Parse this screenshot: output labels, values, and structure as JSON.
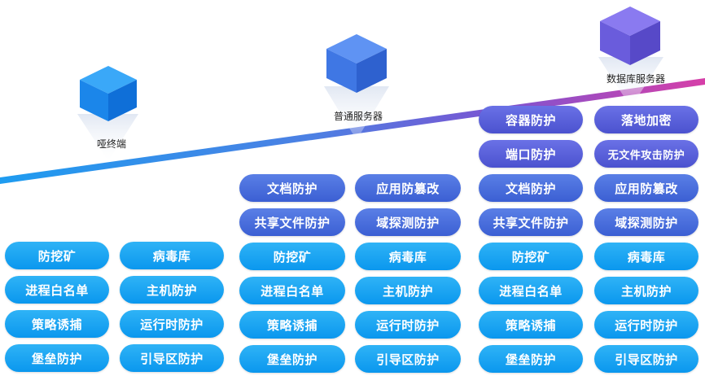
{
  "colors": {
    "cyan": "#1aa6f3",
    "blue": "#4a6fdf",
    "purple": "#5b62dc",
    "line_start": "#1e9cf0",
    "line_mid": "#6a5fd8",
    "line_end": "#d63fa8"
  },
  "nodes": [
    {
      "label": "哑终端",
      "icon": "cube-icon",
      "color": "#1e8ff0"
    },
    {
      "label": "普通服务器",
      "icon": "cube-icon",
      "color": "#3f78e6"
    },
    {
      "label": "数据库服务器",
      "icon": "cube-icon",
      "color": "#6a5ed8"
    }
  ],
  "groups": {
    "dumb_terminal": {
      "col1": [
        "防挖矿",
        "进程白名单",
        "策略诱捕",
        "堡垒防护"
      ],
      "col2": [
        "病毒库",
        "主机防护",
        "运行时防护",
        "引导区防护"
      ]
    },
    "normal_server": {
      "col1": [
        "文档防护",
        "共享文件防护",
        "防挖矿",
        "进程白名单",
        "策略诱捕",
        "堡垒防护"
      ],
      "col2": [
        "应用防篡改",
        "域探测防护",
        "病毒库",
        "主机防护",
        "运行时防护",
        "引导区防护"
      ]
    },
    "db_server": {
      "col1": [
        "容器防护",
        "端口防护",
        "文档防护",
        "共享文件防护",
        "防挖矿",
        "进程白名单",
        "策略诱捕",
        "堡垒防护"
      ],
      "col2": [
        "落地加密",
        "无文件攻击防护",
        "应用防篡改",
        "域探测防护",
        "病毒库",
        "主机防护",
        "运行时防护",
        "引导区防护"
      ]
    }
  }
}
